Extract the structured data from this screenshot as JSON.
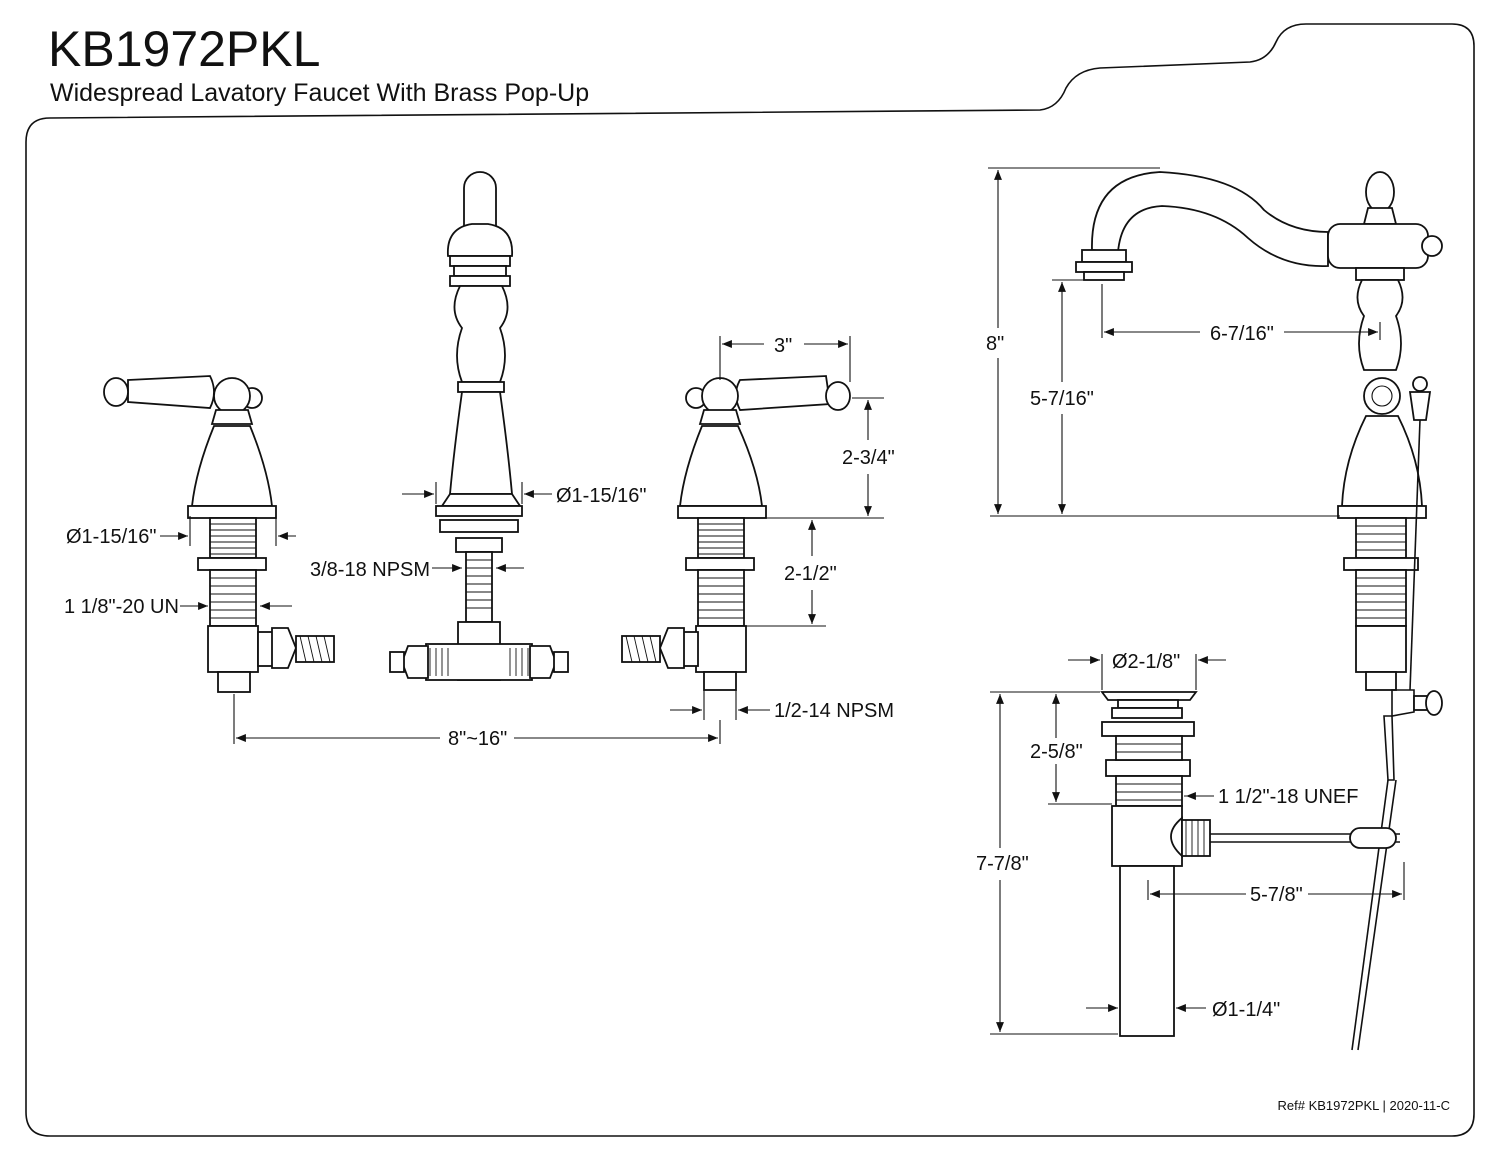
{
  "header": {
    "model": "KB1972PKL",
    "description": "Widespread Lavatory Faucet With Brass Pop-Up"
  },
  "dimensions": {
    "left_handle_diameter": "Ø1-15/16\"",
    "left_handle_thread": "1 1/8\"-20 UN",
    "spout_diameter": "Ø1-15/16\"",
    "spout_thread": "3/8-18 NPSM",
    "handle_width": "3\"",
    "handle_height": "2-3/4\"",
    "shank_length": "2-1/2\"",
    "supply_thread": "1/2-14 NPSM",
    "spread": "8\"~16\"",
    "spout_reach": "6-7/16\"",
    "overall_height": "8\"",
    "spout_clearance": "5-7/16\"",
    "drain_flange_diameter": "Ø2-1/8\"",
    "drain_flange_to_thread": "2-5/8\"",
    "drain_thread": "1 1/2\"-18 UNEF",
    "drain_length": "7-7/8\"",
    "pivot_rod_length": "5-7/8\"",
    "tailpiece_diameter": "Ø1-1/4\""
  },
  "footer": {
    "reference": "Ref# KB1972PKL | 2020-11-C"
  }
}
